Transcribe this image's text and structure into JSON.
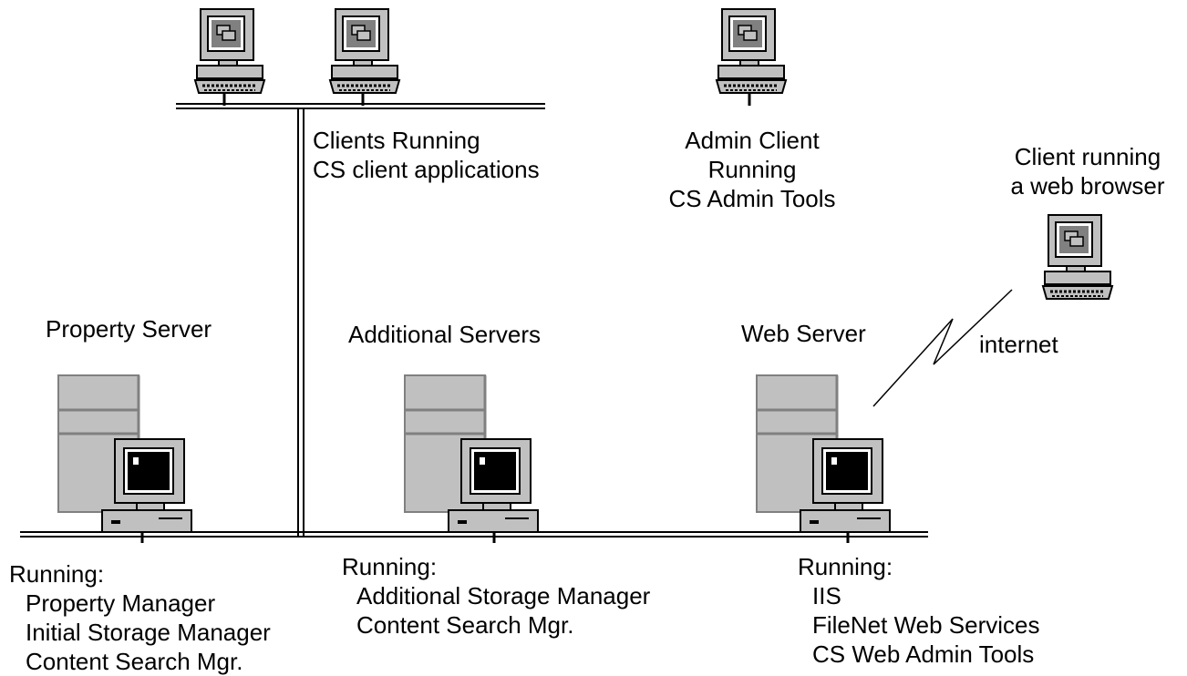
{
  "labels": {
    "clients_running": [
      "Clients Running",
      "CS client applications"
    ],
    "admin_client": [
      "Admin Client",
      "Running",
      "CS Admin Tools"
    ],
    "web_client": [
      "Client running",
      "a web browser"
    ],
    "property_server": "Property Server",
    "additional_servers": "Additional Servers",
    "web_server": "Web Server",
    "internet": "internet"
  },
  "server_software": {
    "property": [
      "Running:",
      "Property Manager",
      "Initial Storage Manager",
      "Content Search Mgr."
    ],
    "additional": [
      "Running:",
      "Additional Storage Manager",
      "Content Search Mgr."
    ],
    "web": [
      "Running:",
      "IIS",
      "FileNet Web Services",
      "CS Web Admin Tools"
    ]
  },
  "icons": {
    "client": "desktop-computer-icon",
    "server": "server-tower-icon"
  },
  "colors": {
    "line": "#000000",
    "device_fill": "#c0c0c0",
    "device_shadow": "#808080",
    "screen": "#000000"
  }
}
